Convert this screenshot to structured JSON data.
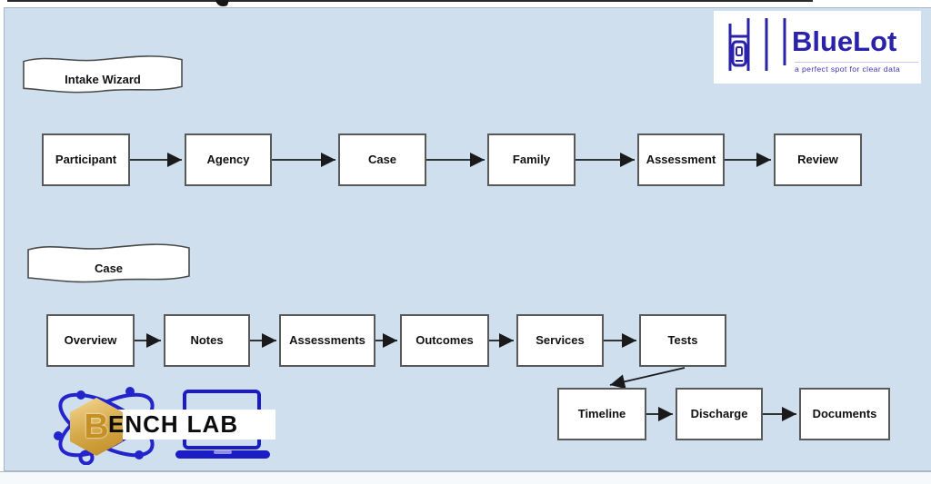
{
  "colors": {
    "canvas_bg": "#cfdfee",
    "node_fill": "#ffffff",
    "node_border": "#595959",
    "arrow": "#1a1a1a",
    "bluelot_blue": "#2b22aa",
    "benchlab_blue": "#2424cc",
    "benchlab_gold": "#d3a43c"
  },
  "flows": {
    "intake_wizard": {
      "label": "Intake Wizard",
      "steps": [
        "Participant",
        "Agency",
        "Case",
        "Family",
        "Assessment",
        "Review"
      ],
      "edges": [
        "Participant→Agency",
        "Agency→Case",
        "Case→Family",
        "Family→Assessment",
        "Assessment→Review"
      ]
    },
    "case": {
      "label": "Case",
      "steps": [
        "Overview",
        "Notes",
        "Assessments",
        "Outcomes",
        "Services",
        "Tests",
        "Timeline",
        "Discharge",
        "Documents"
      ],
      "edges": [
        "Overview→Notes",
        "Notes→Assessments",
        "Assessments→Outcomes",
        "Outcomes→Services",
        "Services→Tests",
        "Tests→Timeline",
        "Timeline→Discharge",
        "Discharge→Documents"
      ]
    }
  },
  "logos": {
    "bluelot": {
      "name": "BlueLot",
      "tagline": "a perfect spot for clear data"
    },
    "benchlab": {
      "b": "B",
      "ench": "ENCH",
      "lab": "LAB"
    }
  }
}
